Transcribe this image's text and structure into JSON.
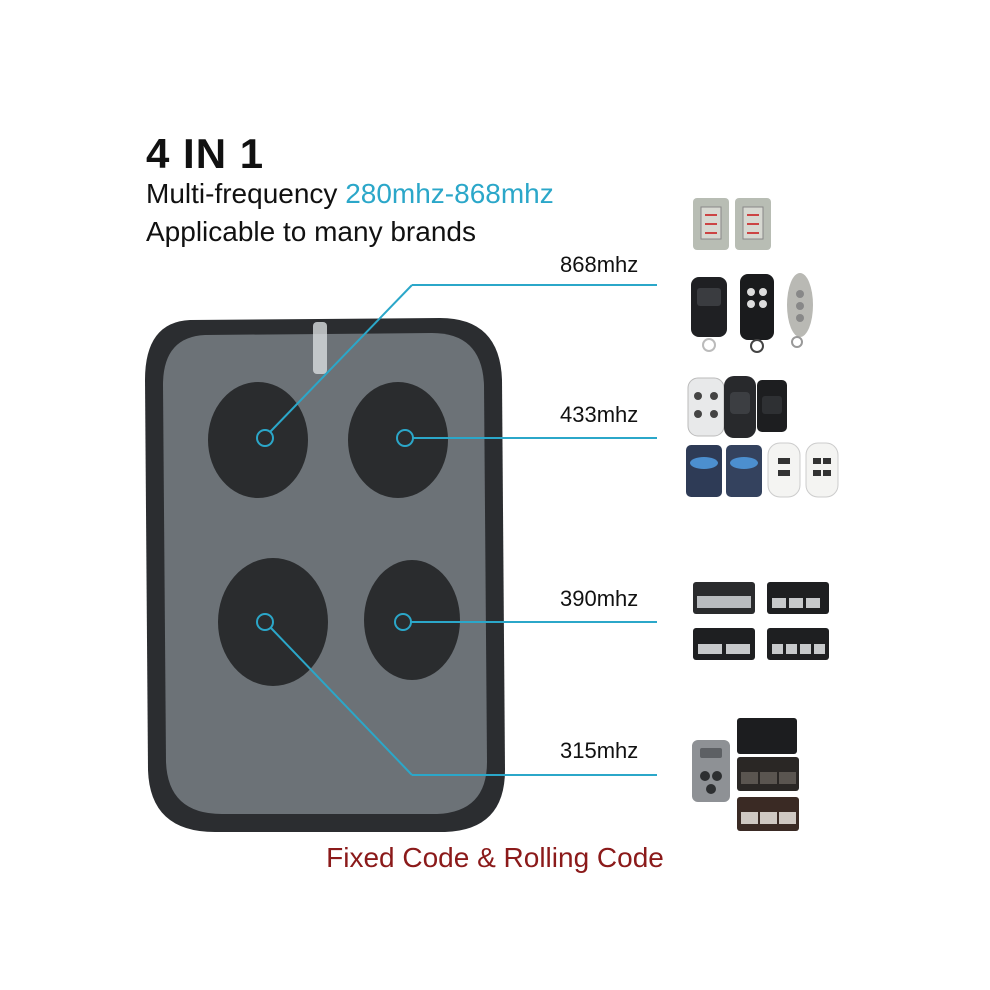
{
  "headline": "4 IN 1",
  "subtitle": {
    "prefix": "Multi-frequency ",
    "range": "280mhz-868mhz"
  },
  "subtitle2": "Applicable to many brands",
  "frequencies": [
    {
      "label": "868mhz"
    },
    {
      "label": "433mhz"
    },
    {
      "label": "390mhz"
    },
    {
      "label": "315mhz"
    }
  ],
  "footer": "Fixed Code & Rolling Code",
  "colors": {
    "accent": "#2ba7c9",
    "footer": "#8b1a1a",
    "remote_body": "#6c7277",
    "remote_frame": "#2b2d30",
    "button": "#2a2c2e"
  }
}
